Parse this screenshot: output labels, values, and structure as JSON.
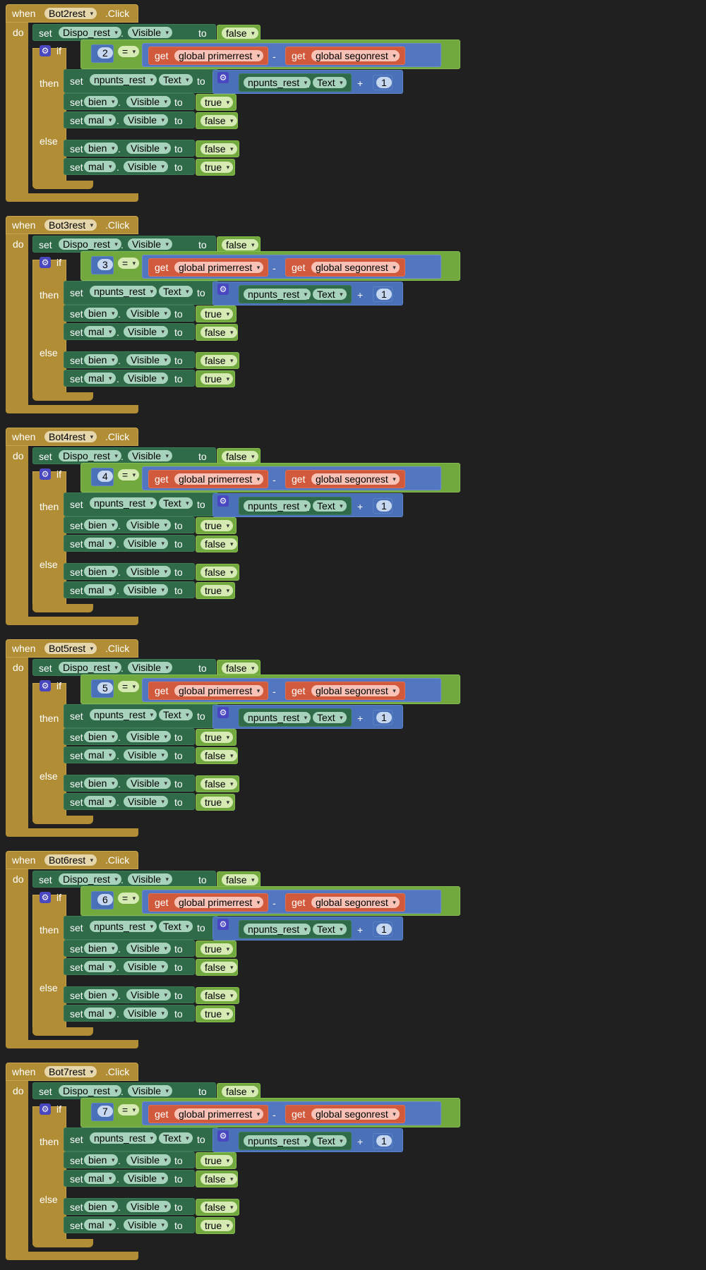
{
  "labels": {
    "when": "when",
    "click": ".Click",
    "do": "do",
    "set": "set",
    "to": "to",
    "if": "if",
    "then": "then",
    "else": "else",
    "get": "get",
    "dot": ".",
    "eq": "=",
    "minus": "-",
    "plus": "+"
  },
  "handlers": [
    {
      "component": "Bot2rest",
      "number": "2"
    },
    {
      "component": "Bot3rest",
      "number": "3"
    },
    {
      "component": "Bot4rest",
      "number": "4"
    },
    {
      "component": "Bot5rest",
      "number": "5"
    },
    {
      "component": "Bot6rest",
      "number": "6"
    },
    {
      "component": "Bot7rest",
      "number": "7"
    }
  ],
  "body": {
    "dispo": "Dispo_rest",
    "visible": "Visible",
    "text_prop": "Text",
    "npunts": "npunts_rest",
    "bien": "bien",
    "mal": "mal",
    "true_val": "true",
    "false_val": "false",
    "var1": "global primerrest",
    "var2": "global segonrest",
    "one": "1"
  },
  "colors": {
    "background": "#202020",
    "event": "#b18e35",
    "component_set": "#2f6b48",
    "logic": "#72a93e",
    "math": "#4a70b8",
    "variable": "#d15a3c"
  }
}
